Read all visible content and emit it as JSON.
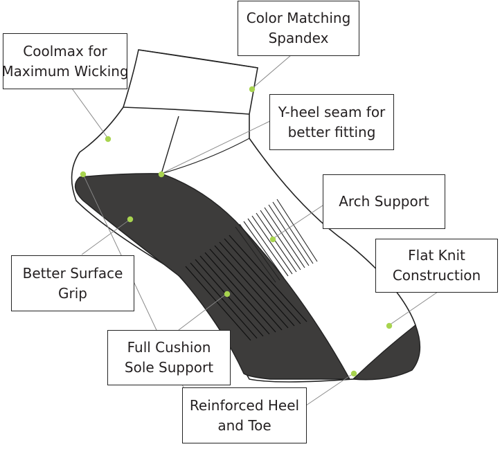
{
  "diagram": {
    "callouts": {
      "coolmax": {
        "line1": "Coolmax for",
        "line2": "Maximum Wicking"
      },
      "spandex": {
        "line1": "Color Matching",
        "line2": "Spandex"
      },
      "yheel": {
        "line1": "Y-heel seam for",
        "line2": "better fitting"
      },
      "arch": {
        "line1": "Arch Support"
      },
      "flatknit": {
        "line1": "Flat Knit",
        "line2": "Construction"
      },
      "grip": {
        "line1": "Better Surface",
        "line2": "Grip"
      },
      "cushion": {
        "line1": "Full Cushion",
        "line2": "Sole Support"
      },
      "heeltoe": {
        "line1": "Reinforced Heel",
        "line2": "and Toe"
      }
    },
    "colors": {
      "sole": "#3d3c3b",
      "marker": "#a8d44f",
      "outline": "#222222"
    }
  }
}
